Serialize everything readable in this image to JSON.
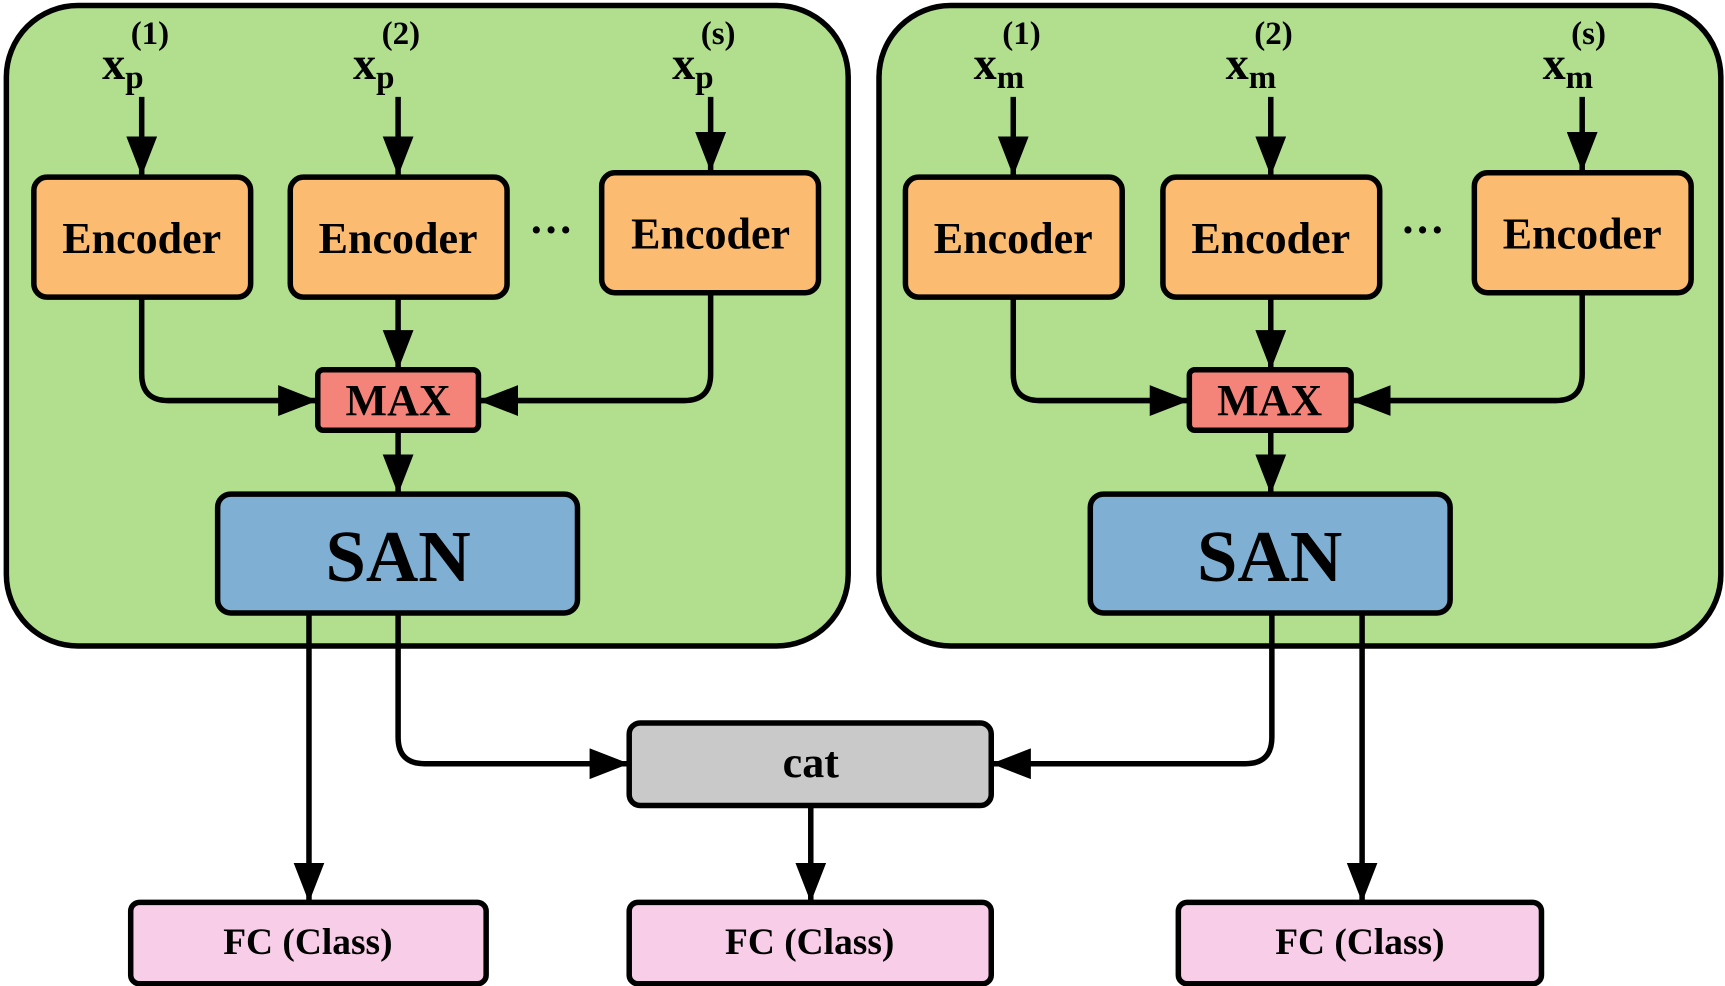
{
  "colors": {
    "panel_fill": "#b1df8e",
    "encoder_fill": "#fbbc71",
    "max_fill": "#f4847a",
    "san_fill": "#7fb0d3",
    "cat_fill": "#c9c9c9",
    "fc_fill": "#f8cde8",
    "stroke": "#000000"
  },
  "left_panel": {
    "inputs": [
      {
        "base": "x",
        "sub": "p",
        "sup": "(1)"
      },
      {
        "base": "x",
        "sub": "p",
        "sup": "(2)"
      },
      {
        "base": "x",
        "sub": "p",
        "sup": "(s)"
      }
    ],
    "encoders": [
      "Encoder",
      "Encoder",
      "Encoder"
    ],
    "ellipsis": "···",
    "max_label": "MAX",
    "san_label": "SAN"
  },
  "right_panel": {
    "inputs": [
      {
        "base": "x",
        "sub": "m",
        "sup": "(1)"
      },
      {
        "base": "x",
        "sub": "m",
        "sup": "(2)"
      },
      {
        "base": "x",
        "sub": "m",
        "sup": "(s)"
      }
    ],
    "encoders": [
      "Encoder",
      "Encoder",
      "Encoder"
    ],
    "ellipsis": "···",
    "max_label": "MAX",
    "san_label": "SAN"
  },
  "cat_label": "cat",
  "fc_labels": [
    "FC (Class)",
    "FC (Class)",
    "FC (Class)"
  ]
}
